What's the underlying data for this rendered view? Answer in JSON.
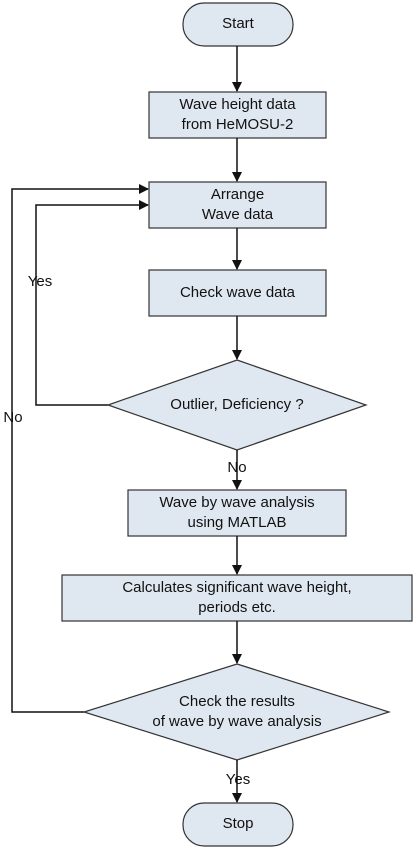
{
  "flowchart": {
    "nodes": {
      "start": "Start",
      "wave_height_data": [
        "Wave height data",
        "from HeMOSU-2"
      ],
      "arrange": [
        "Arrange",
        "Wave data"
      ],
      "check_wave_data": "Check wave data",
      "outlier_decision": "Outlier, Deficiency ?",
      "wave_analysis": [
        "Wave by wave analysis",
        "using MATLAB"
      ],
      "calculates": [
        "Calculates significant wave height,",
        "periods etc."
      ],
      "check_results": [
        "Check the results",
        "of wave by wave analysis"
      ],
      "stop": "Stop"
    },
    "edge_labels": {
      "outlier_yes": "Yes",
      "outlier_no": "No",
      "results_no": "No",
      "results_yes": "Yes"
    }
  },
  "colors": {
    "box_fill": "#dfe7f0",
    "terminal_fill": "#dfe7f0",
    "stroke": "#333333"
  }
}
